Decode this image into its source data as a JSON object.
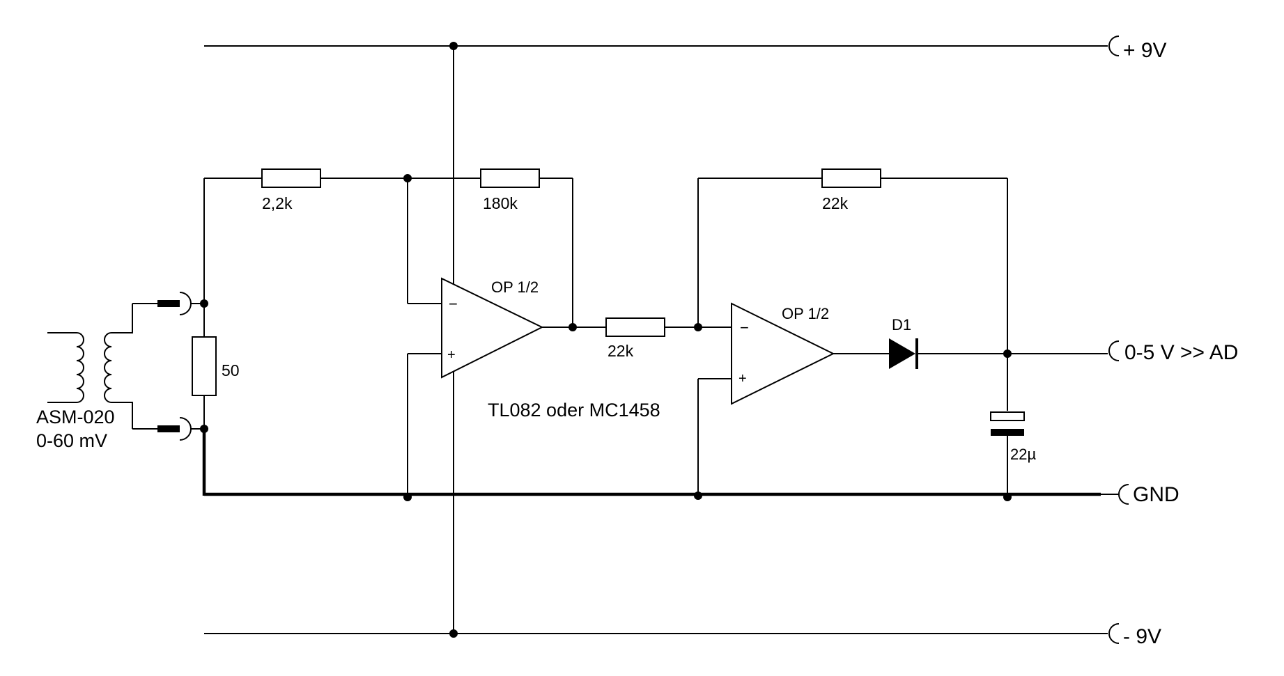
{
  "rails": {
    "plus": "+ 9V",
    "minus": "- 9V",
    "gnd": "GND",
    "output": "0-5 V >> AD"
  },
  "sensor": {
    "name": "ASM-020",
    "range": "0-60 mV"
  },
  "components": {
    "r_input": "2,2k",
    "r_shunt": "50",
    "r_feedback1": "180k",
    "r_coupling": "22k",
    "r_feedback2": "22k",
    "opamp1": "OP 1/2",
    "opamp2": "OP 1/2",
    "diode": "D1",
    "capacitor": "22µ",
    "ic_note": "TL082 oder MC1458"
  },
  "opamp_pins": {
    "minus": "−",
    "plus": "+"
  }
}
